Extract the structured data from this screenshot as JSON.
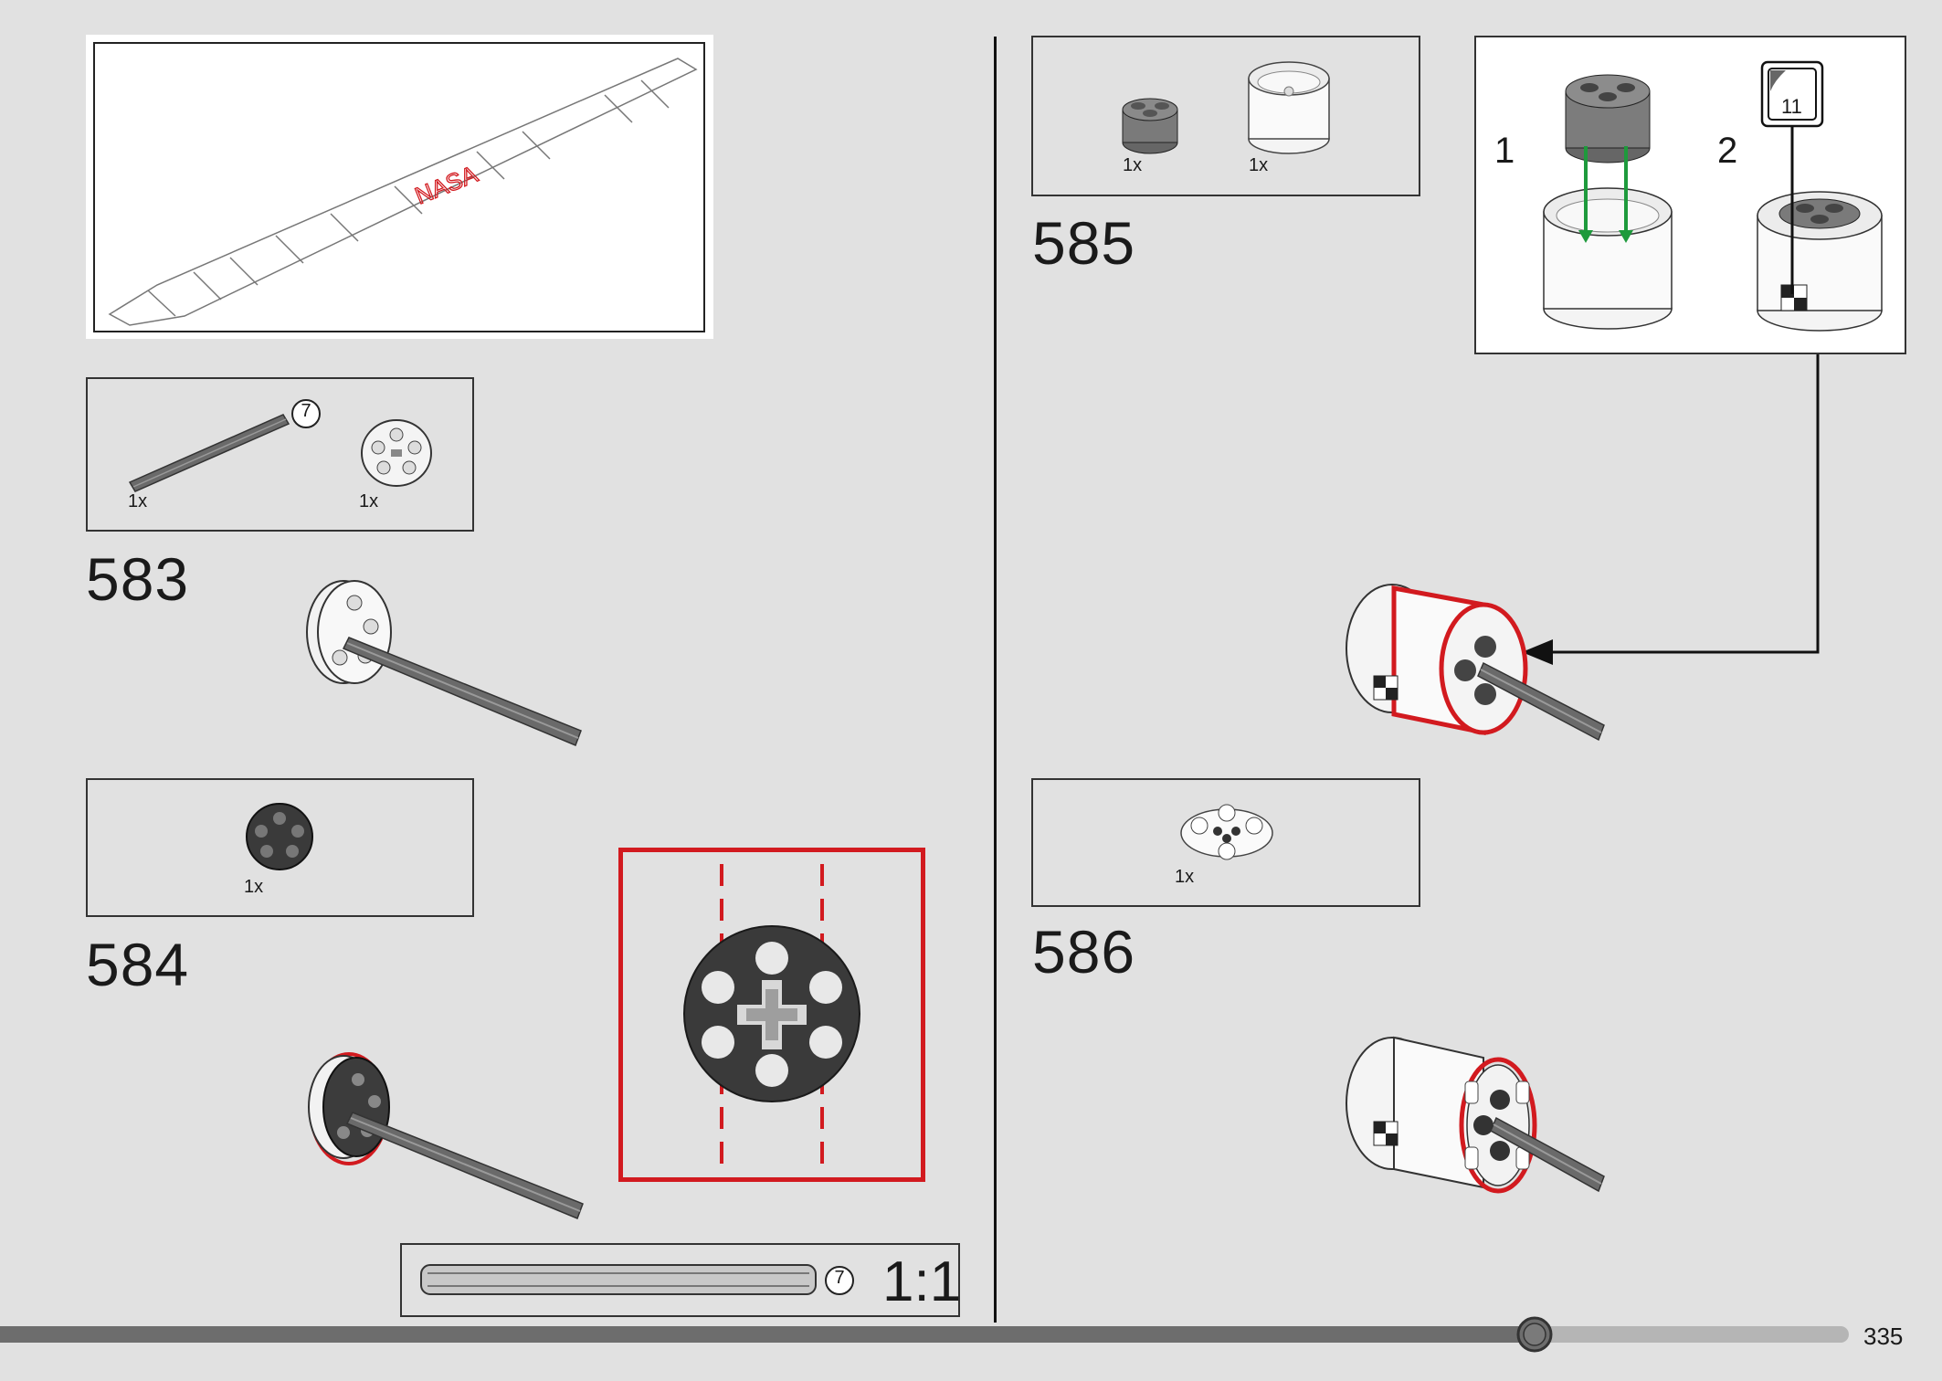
{
  "page": {
    "number": "335",
    "progress_fraction": 0.83
  },
  "step_583": {
    "number": "583",
    "parts": [
      {
        "qty": "1x",
        "name": "axle",
        "length_badge": "7"
      },
      {
        "qty": "1x",
        "name": "wheel"
      }
    ]
  },
  "step_584": {
    "number": "584",
    "parts": [
      {
        "qty": "1x",
        "name": "dark wheel"
      }
    ]
  },
  "step_585": {
    "number": "585",
    "parts": [
      {
        "qty": "1x",
        "name": "round brick"
      },
      {
        "qty": "1x",
        "name": "white round brick"
      }
    ],
    "substeps": {
      "s1": "1",
      "s2": "2",
      "sticker_number": "11"
    }
  },
  "step_586": {
    "number": "586",
    "parts": [
      {
        "qty": "1x",
        "name": "bar holder plate"
      }
    ]
  },
  "scale_ruler": {
    "badge": "7",
    "scale": "1:1"
  },
  "colors": {
    "highlight": "#d21a1f",
    "arrow_green": "#1e9a3c",
    "background": "#e1e1e1"
  }
}
